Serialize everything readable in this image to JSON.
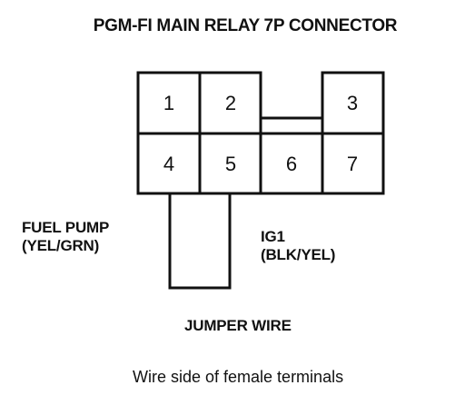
{
  "title": "PGM-FI MAIN RELAY 7P CONNECTOR",
  "terminals": [
    {
      "number": "1"
    },
    {
      "number": "2"
    },
    {
      "number": "3"
    },
    {
      "number": "4"
    },
    {
      "number": "5"
    },
    {
      "number": "6"
    },
    {
      "number": "7"
    }
  ],
  "labels": {
    "fuel_pump": [
      "FUEL PUMP",
      "(YEL/GRN)"
    ],
    "ig1": [
      "IG1",
      "(BLK/YEL)"
    ],
    "jumper_wire": "JUMPER WIRE"
  },
  "caption": "Wire side of female terminals"
}
